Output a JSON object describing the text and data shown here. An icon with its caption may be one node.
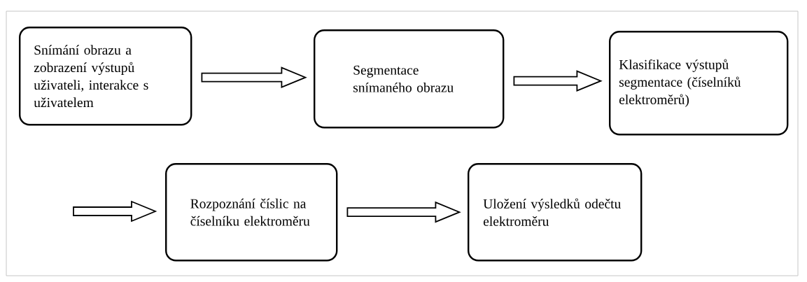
{
  "diagram": {
    "nodes": [
      {
        "text": [
          "Snímání obrazu a zobrazení výstupů uživateli, interakce s uživatelem"
        ]
      },
      {
        "text": [
          "Segmentace snímaného obrazu"
        ]
      },
      {
        "text": [
          "Klasifikace výstupů segmentace (číselníků elektroměrů)"
        ]
      },
      {
        "text": [
          "Rozpoznání číslic na číselníku elektroměru"
        ]
      },
      {
        "text": [
          "Uložení výsledků odečtu elektroměru"
        ]
      }
    ],
    "edges": [
      {
        "from": 0,
        "to": 1,
        "arrow": "to"
      },
      {
        "from": 1,
        "to": 2,
        "arrow": "to"
      },
      {
        "from": null,
        "to": 3,
        "arrow": "to"
      },
      {
        "from": 3,
        "to": 4,
        "arrow": "to"
      }
    ]
  }
}
